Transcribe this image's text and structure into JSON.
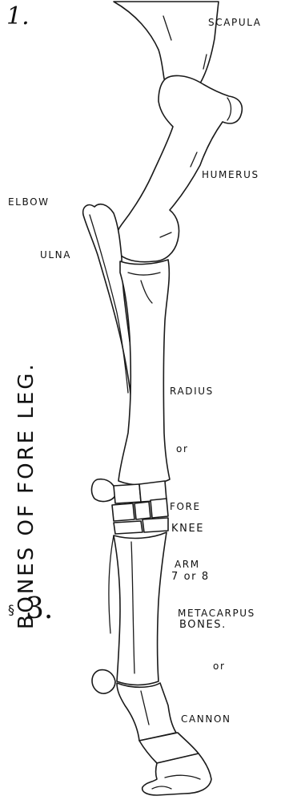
{
  "figure": {
    "top_number": "1.",
    "title": "BONES OF FORE LEG.",
    "side_number": "3.",
    "side_mark": "§"
  },
  "labels": {
    "scapula": "SCAPULA",
    "humerus": "HUMERUS",
    "elbow": "ELBOW",
    "ulna": "ULNA",
    "radius": [
      "RADIUS",
      "or",
      "FORE",
      "ARM"
    ],
    "knee": [
      "KNEE",
      "7 or 8",
      "BONES."
    ],
    "metacarpus": [
      "METACARPUS",
      "or",
      "CANNON"
    ]
  }
}
